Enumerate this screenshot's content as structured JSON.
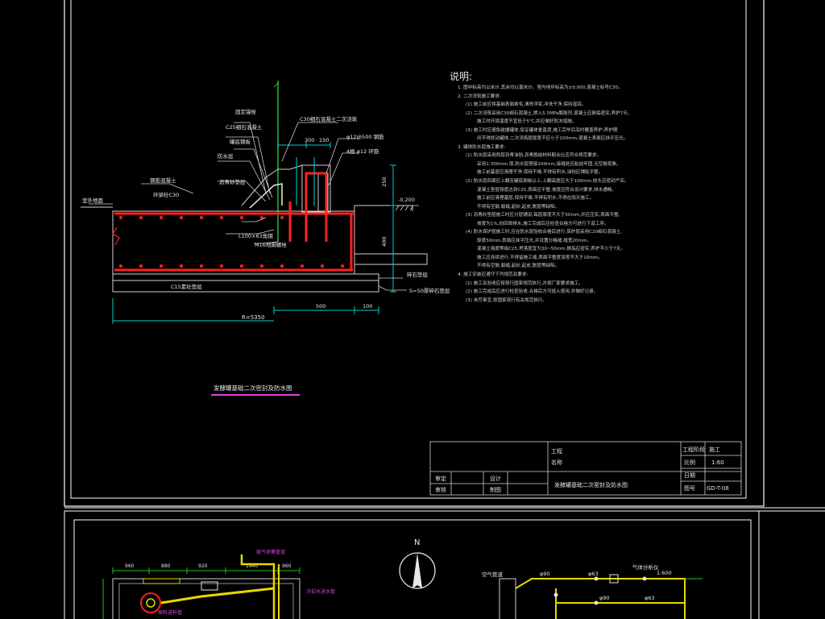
{
  "colors": {
    "background": "#000000",
    "frame": "#ffffff",
    "cyan": "#00d0d0",
    "rebar_red": "#ff2020",
    "green": "#20c020",
    "yellow": "#e8d800",
    "magenta": "#e040e0"
  },
  "section_detail": {
    "labels": {
      "c30_second_pour": "C30细石混凝土二次浇筑",
      "c25_fine": "C25细石混凝土",
      "fixed_anchor": "固定锚栓",
      "tank_bottom": "罐底钢板",
      "waterproof_layer": "防水层",
      "asphalt_layer": "沥青砂垫层",
      "rebar_top": "φ12@500 钢筋",
      "rebar_side": "4根 φ12 环筋",
      "ring_wall": "钢筋混凝土",
      "ring_wall_2": "环梁砼C30",
      "outdoor_ground": "室外地面",
      "elev": "-0.200",
      "c15_cushion": "C15素砼垫层",
      "gravel": "碎石垫层",
      "gravel_2": "S=50厚碎石垫层",
      "angle_steel": "L100×63角钢",
      "m16_bolt": "M16地脚螺栓",
      "dim_300": "300",
      "dim_150": "150",
      "dim_250": "250",
      "dim_400": "400",
      "dim_500": "500",
      "dim_100": "100",
      "dim_radius": "R=5350"
    },
    "title": "发酵罐基础二次密封及防水图"
  },
  "notes": {
    "heading": "说明:",
    "lines": [
      "1. 图中标高均以米计,其余均以毫米计。室内地坪标高为±0.000,混凝土标号C30。",
      "2. 二次浇筑施工要求:",
      "(1) 施工前应将基础表面凿毛,清除浮浆,冲洗干净,保持湿润。",
      "(2) 二次浇筑采用C30细石混凝土,掺入5.5MPa膨胀剂,混凝土应振捣密实,养护7天。",
      "施工时环境温度不宜低于5℃,并应做好防冻措施。",
      "(3) 施工时应避免碰撞罐体,保证罐体垂直度,施工完毕后及时覆盖养护,养护期",
      "间不得扰动罐体,二次浇筑层厚度不应小于100mm,混凝土表面应抹平压光。",
      "3. 罐体防水层施工要求:",
      "(1) 防水层采用两层沥青油毡,沥青胶结材料配合比应符合规范要求。",
      "采用1:300mm 厚,防水层搭接100mm,接缝处应粘结牢固,无空鼓现象。",
      "施工前基层应清理干净,保持干燥,不得有积水,油毡应铺贴平整。",
      "(2) 防水层四周应上翻至罐底钢板以上,上翻高度应大于100mm,收头应密封严实。",
      "混凝土垫层强度达到C25,表面应平整,坡度应符合设计要求,排水通畅。",
      "施工前应清理基层,保持干燥,不得有积水,不得在雨天施工。",
      "不得有空鼓,裂缝,起砂,起皮,脱层等缺陷。",
      "(3) 沥青砂垫层施工时应分层铺设,每层厚度不大于50mm,并应压实,表面平整,",
      "坡度为1%,向四周排水,施工完成后应检查合格方可进行下道工序。",
      "(4) 防水保护层施工时,应在防水层验收合格后进行,保护层采用C20细石混凝土,",
      "厚度50mm,表面应抹平压光,并设置分格缝,缝宽20mm。",
      "混凝土强度等级C25,坍落度宜为30~50mm,振捣应密实,养护不少于7天。",
      "施工应连续进行,不得留施工缝,表面平整度误差不大于10mm。",
      "不得有空鼓,裂缝,起砂,起皮,脱层等缺陷。",
      "4. 施工安装应遵守下列规范及要求:",
      "(1) 施工及验收应按现行国家规范执行,并按厂家要求施工。",
      "(2) 施工完成后应进行检查验收,合格后方可投入使用,并做好记录。",
      "(3) 未尽事宜,按国家现行有关规范执行。"
    ]
  },
  "title_block": {
    "project_label": "工程",
    "name_label": "名称",
    "drawing_title": "发酵罐基础二次密封及防水图",
    "review_label": "审定",
    "check_label": "审核",
    "design_label": "设计",
    "draw_label": "制图",
    "stage_label": "工程阶段",
    "stage_value": "施工",
    "scale_label": "比例",
    "scale_value": "1:60",
    "date_label": "日期",
    "drawing_no_label": "图号",
    "drawing_no_value": "GD-T-08"
  },
  "plan_view": {
    "north_label": "N",
    "dims_top": [
      "960",
      "880",
      "920",
      "1440",
      "960"
    ],
    "label_1": "废气收集管道",
    "label_2": "冷却水进水管",
    "label_3": "原料进料管",
    "label_4": "空气管道",
    "label_5": "气体分析仪",
    "pipe_1": "φ90",
    "pipe_2": "φ63",
    "pipe_3": "φ90",
    "pipe_4": "φ63",
    "elev_right": "1.600"
  }
}
